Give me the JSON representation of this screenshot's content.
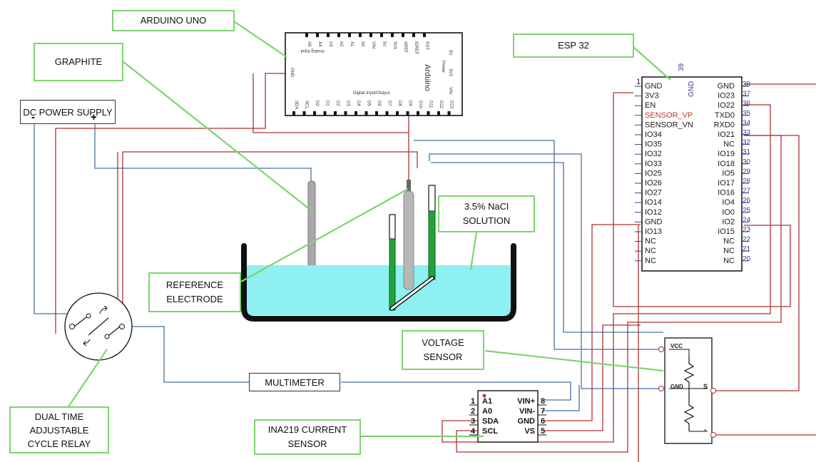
{
  "labels": {
    "arduino": "ARDUINO UNO",
    "graphite": "GRAPHITE",
    "dc_power": "DC POWER SUPPLY",
    "dc_minus": "-",
    "dc_plus": "+",
    "esp32": "ESP 32",
    "nacl_line1": "3.5% NaCl",
    "nacl_line2": "SOLUTION",
    "reference_line1": "REFERENCE",
    "reference_line2": "ELECTRODE",
    "voltage_line1": "VOLTAGE",
    "voltage_line2": "SENSOR",
    "multimeter": "MULTIMETER",
    "relay_line1": "DUAL TIME",
    "relay_line2": "ADJUSTABLE",
    "relay_line3": "CYCLE RELAY",
    "ina_line1": "INA219 CURRENT",
    "ina_line2": "SENSOR"
  },
  "arduino_board": {
    "name": "Arduino",
    "analog_label": "Analog Input",
    "digital_label": "Digital Input/Output",
    "power_label": "Power",
    "gnd": "GND",
    "top_pins": [
      "A5",
      "A4",
      "A3",
      "A2",
      "A1",
      "A0",
      "VIN",
      "5V",
      "3V3",
      "AREF",
      "IOREF",
      "RST"
    ],
    "bottom_pins": [
      "SDA",
      "SCL",
      "D0",
      "D1",
      "D2",
      "D3",
      "D4",
      "D5",
      "D6",
      "D7",
      "D8",
      "D9",
      "D10",
      "D11",
      "D12",
      "D13"
    ],
    "right_pins": [
      "5V",
      "3V3",
      "VIN"
    ]
  },
  "esp32_chip": {
    "top_pin_num": "39",
    "top_pin_name": "GND",
    "left_pins": [
      "GND",
      "3V3",
      "EN",
      "SENSOR_VP",
      "SENSOR_VN",
      "IO34",
      "IO35",
      "IO32",
      "IO33",
      "IO25",
      "IO26",
      "IO27",
      "IO14",
      "IO12",
      "GND",
      "IO13",
      "NC",
      "NC",
      "NC"
    ],
    "right_pins": [
      "GND",
      "IO23",
      "IO22",
      "TXD0",
      "RXD0",
      "IO21",
      "NC",
      "IO19",
      "IO18",
      "IO5",
      "IO17",
      "IO16",
      "IO4",
      "IO0",
      "IO2",
      "IO15",
      "NC",
      "NC",
      "NC"
    ],
    "left_num_first": "1",
    "right_num_first": "38",
    "right_nums": [
      "38",
      "37",
      "36",
      "35",
      "34",
      "33",
      "32",
      "31",
      "30",
      "29",
      "28",
      "27",
      "26",
      "25",
      "24",
      "23",
      "22",
      "21",
      "20"
    ]
  },
  "ina219_chip": {
    "left_pins": [
      "A1",
      "A0",
      "SDA",
      "SCL"
    ],
    "left_nums": [
      "1",
      "2",
      "3",
      "4"
    ],
    "right_pins": [
      "VIN+",
      "VIN-",
      "GND",
      "VS"
    ],
    "right_nums": [
      "8",
      "7",
      "6",
      "5"
    ]
  },
  "voltage_module": {
    "vcc": "VCC",
    "gnd": "GND",
    "s": "S",
    "minus": "-"
  }
}
